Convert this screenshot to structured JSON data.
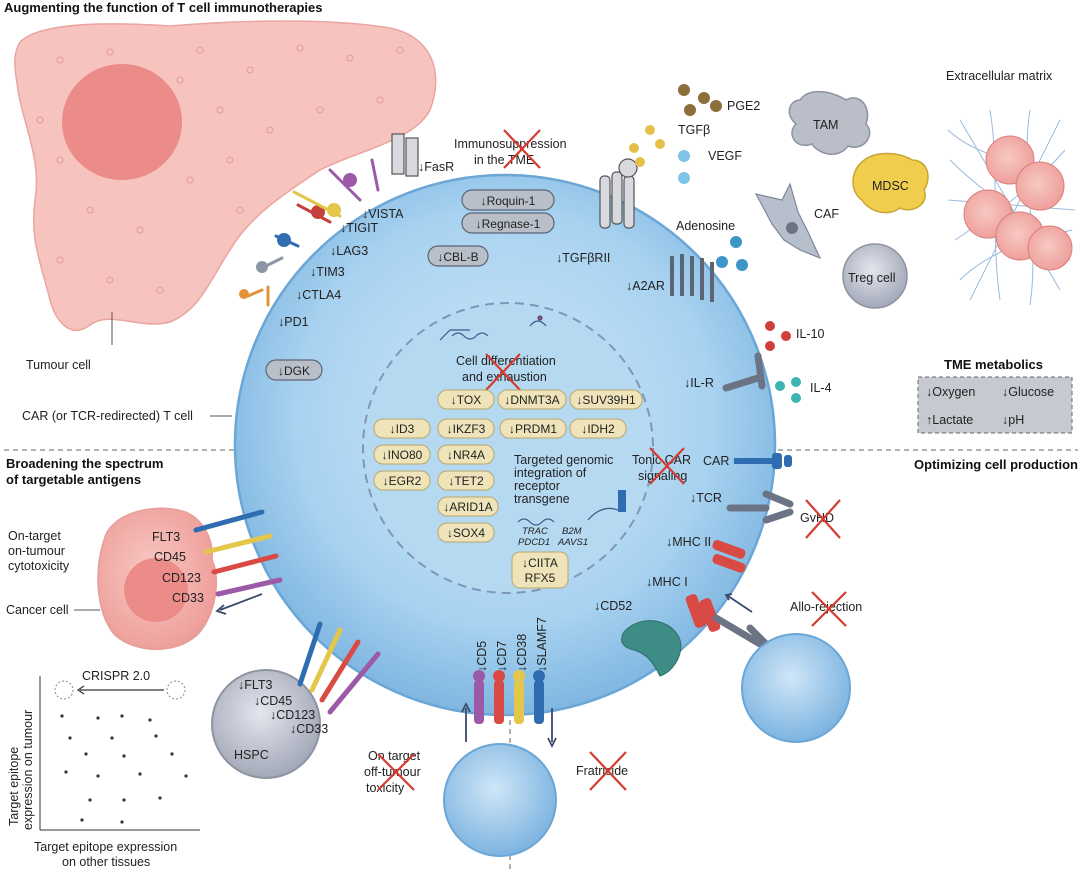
{
  "sections": {
    "augmenting": "Augmenting the function of T cell immunotherapies",
    "broadening_1": "Broadening the spectrum",
    "broadening_2": "of targetable antigens",
    "optimizing": "Optimizing cell production"
  },
  "cells": {
    "tumour": "Tumour cell",
    "car_t": "CAR (or TCR-redirected) T cell",
    "cancer": "Cancer cell",
    "hspc": "HSPC",
    "tam": "TAM",
    "mdsc": "MDSC",
    "caf": "CAF",
    "treg": "Treg cell",
    "ecm": "Extracellular matrix"
  },
  "checkpoints": [
    "↓FasR",
    "↓VISTA",
    "↓TIGIT",
    "↓LAG3",
    "↓TIM3",
    "↓CTLA4",
    "↓PD1"
  ],
  "intracellular": [
    "↓Roquin-1",
    "↓Regnase-1",
    "↓CBL-B",
    "↓DGK"
  ],
  "receptors": {
    "tgfbr": "↓TGFβRII",
    "a2ar": "↓A2AR",
    "ilr": "↓IL-R",
    "car": "CAR",
    "tcr": "↓TCR",
    "mhc2": "↓MHC II",
    "mhc1": "↓MHC I",
    "cd52": "↓CD52"
  },
  "ligands": {
    "pge2": "PGE2",
    "tgfb": "TGFβ",
    "vegf": "VEGF",
    "adenosine": "Adenosine",
    "il10": "IL-10",
    "il4": "IL-4"
  },
  "effects": {
    "immunosuppression_1": "Immunosuppression",
    "immunosuppression_2": "in the TME",
    "differentiation_1": "Cell differentiation",
    "differentiation_2": "and exhaustion",
    "tonic_1": "Tonic CAR",
    "tonic_2": "signaling",
    "gvhd": "GvHD",
    "allo": "Allo-rejection",
    "fratricide": "Fratricide",
    "on_target_1": "On-target",
    "on_target_2": "on-tumour",
    "on_target_3": "cytotoxicity",
    "off_target_1": "On target",
    "off_target_2": "off-tumour",
    "off_target_3": "toxicity"
  },
  "genomic": {
    "title_1": "Targeted genomic",
    "title_2": "integration of",
    "title_3": "receptor",
    "title_4": "transgene",
    "loci_1": "TRAC",
    "loci_2": "PDCD1",
    "loci_3": "B2M",
    "loci_4": "AAVS1",
    "box_1": "↓CIITA",
    "box_2": "RFX5"
  },
  "genes": {
    "row1": [
      "↓TOX",
      "↓DNMT3A",
      "↓SUV39H1"
    ],
    "left": [
      "↓ID3",
      "↓INO80",
      "↓EGR2"
    ],
    "mid": [
      "↓IKZF3",
      "↓NR4A",
      "↓TET2",
      "↓ARID1A",
      "↓SOX4"
    ],
    "right": [
      "↓PRDM1",
      "↓IDH2"
    ]
  },
  "metabolics": {
    "title": "TME metabolics",
    "items": [
      "↓Oxygen",
      "↓Glucose",
      "↑Lactate",
      "↓pH"
    ]
  },
  "antigens_cancer": [
    "FLT3",
    "CD45",
    "CD123",
    "CD33"
  ],
  "antigens_hspc": [
    "↓FLT3",
    "↓CD45",
    "↓CD123",
    "↓CD33"
  ],
  "antigens_bottom": [
    "↓CD5",
    "↓CD7",
    "↓CD38",
    "↓SLAMF7"
  ],
  "plot": {
    "crispr": "CRISPR 2.0",
    "ylabel_1": "Target epitope",
    "ylabel_2": "expression on tumour",
    "xlabel_1": "Target epitope expression",
    "xlabel_2": "on other tissues"
  },
  "colors": {
    "t_cell": "#a9d3ef",
    "tumour": "#f6c3bf",
    "cross": "#d63b2f",
    "gene_box": "#efe3ba",
    "pill": "#b9bfc8"
  }
}
